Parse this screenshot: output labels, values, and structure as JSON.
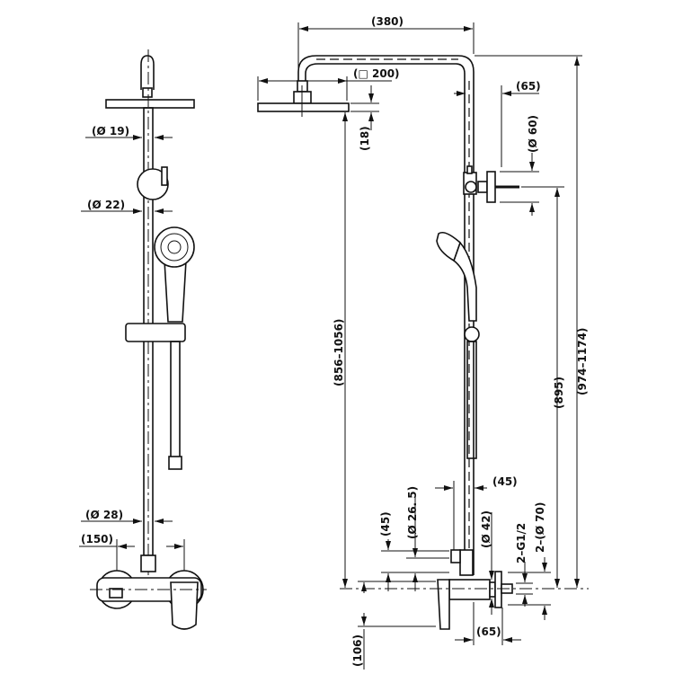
{
  "drawing": {
    "front_view": {
      "dim_pipe_top": "(Ø 19)",
      "dim_pipe_mid": "(Ø 22)",
      "dim_pipe_bottom": "(Ø 28)",
      "dim_mixer_width": "(150)"
    },
    "side_view": {
      "dim_arm_length": "(380)",
      "dim_head_size": "(□ 200)",
      "dim_head_thickness": "(18)",
      "dim_bracket_offset": "(65)",
      "dim_bracket_dia": "(Ø 60)",
      "dim_total_height": "(974–1174)",
      "dim_bracket_height": "(895)",
      "dim_head_height": "(856–1056)",
      "dim_pipe_offset": "(45)",
      "dim_diverter_height": "(45)",
      "dim_diverter_dia": "(Ø 26. 5)",
      "dim_body_dia": "(Ø 42)",
      "dim_thread": "2–G1/2",
      "dim_flange_dia": "2–(Ø 70)",
      "dim_wall_offset": "(65)",
      "dim_lever_drop": "(106)"
    }
  }
}
